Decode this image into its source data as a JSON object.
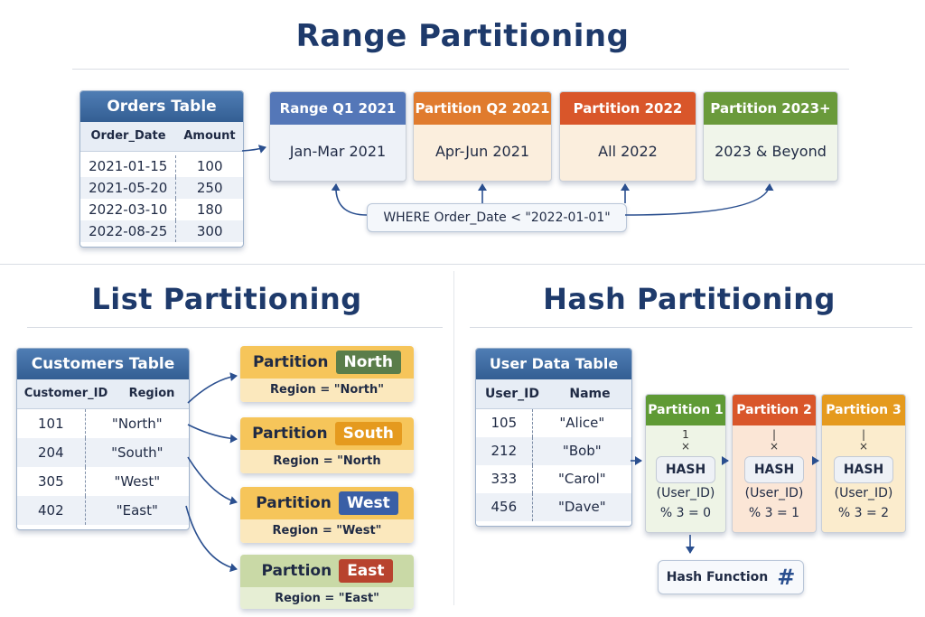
{
  "range": {
    "title": "Range Partitioning",
    "table": {
      "title": "Orders Table",
      "columns": [
        "Order_Date",
        "Amount"
      ],
      "rows": [
        [
          "2021-01-15",
          "100"
        ],
        [
          "2021-05-20",
          "250"
        ],
        [
          "2022-03-10",
          "180"
        ],
        [
          "2022-08-25",
          "300"
        ]
      ]
    },
    "partitions": [
      {
        "header": "Range Q1 2021",
        "body": "Jan-Mar 2021",
        "color": "#5477b8",
        "bg": "#eef2f8"
      },
      {
        "header": "Partition Q2 2021",
        "body": "Apr-Jun 2021",
        "color": "#e07b2e",
        "bg": "#fbeedd"
      },
      {
        "header": "Partition 2022",
        "body": "All 2022",
        "color": "#d9562a",
        "bg": "#fbeedd"
      },
      {
        "header": "Partition 2023+",
        "body": "2023 & Beyond",
        "color": "#6a9a3b",
        "bg": "#f0f5ea"
      }
    ],
    "query": "WHERE Order_Date < \"2022-01-01\""
  },
  "list": {
    "title": "List Partitioning",
    "table": {
      "title": "Customers Table",
      "columns": [
        "Customer_ID",
        "Region"
      ],
      "rows": [
        [
          "101",
          "\"North\""
        ],
        [
          "204",
          "\"South\""
        ],
        [
          "305",
          "\"West\""
        ],
        [
          "402",
          "\"East\""
        ]
      ]
    },
    "partitions": [
      {
        "label": "Partition",
        "tag": "North",
        "tag_color": "#5a7d4a",
        "filter": "Region = \"North\"",
        "bg_top": "#f6c55a",
        "bg_bot": "#fbe8bd"
      },
      {
        "label": "Partition",
        "tag": "South",
        "tag_color": "#e59a1e",
        "filter": "Region = \"North",
        "bg_top": "#f6c55a",
        "bg_bot": "#fbe8bd"
      },
      {
        "label": "Partition",
        "tag": "West",
        "tag_color": "#3a5fa6",
        "filter": "Region = \"West\"",
        "bg_top": "#f6c55a",
        "bg_bot": "#fbe8bd"
      },
      {
        "label": "Parttion",
        "tag": "East",
        "tag_color": "#b8432e",
        "filter": "Region = \"East\"",
        "bg_top": "#c9d9a6",
        "bg_bot": "#e6eed4"
      }
    ]
  },
  "hash": {
    "title": "Hash Partitioning",
    "table": {
      "title": "User Data Table",
      "columns": [
        "User_ID",
        "Name"
      ],
      "rows": [
        [
          "105",
          "\"Alice\""
        ],
        [
          "212",
          "\"Bob\""
        ],
        [
          "333",
          "\"Carol\""
        ],
        [
          "456",
          "\"Dave\""
        ]
      ]
    },
    "partitions": [
      {
        "header": "Partition 1",
        "mark": "1",
        "chip": "HASH",
        "arg": "(User_ID)",
        "mod": "% 3 = 0",
        "color": "#5f9a35",
        "bg": "#eef4e6"
      },
      {
        "header": "Partition 2",
        "mark": "|",
        "chip": "HASH",
        "arg": "(User_ID)",
        "mod": "% 3 = 1",
        "color": "#d9562a",
        "bg": "#fbe6d6"
      },
      {
        "header": "Partition 3",
        "mark": "|",
        "chip": "HASH",
        "arg": "(User_ID)",
        "mod": "% 3 = 2",
        "color": "#e59a1e",
        "bg": "#fbeccd"
      }
    ],
    "function_label": "Hash Function",
    "function_symbol": "#"
  }
}
